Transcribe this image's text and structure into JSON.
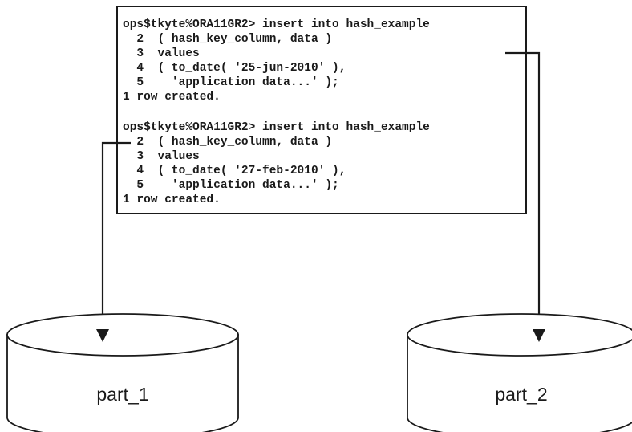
{
  "sql_panel": {
    "lines": [
      "ops$tkyte%ORA11GR2> insert into hash_example",
      "  2  ( hash_key_column, data )",
      "  3  values",
      "  4  ( to_date( '25-jun-2010' ),",
      "  5    'application data...' );",
      "1 row created.",
      "",
      "ops$tkyte%ORA11GR2> insert into hash_example",
      "  2  ( hash_key_column, data )",
      "  3  values",
      "  4  ( to_date( '27-feb-2010' ),",
      "  5    'application data...' );",
      "1 row created."
    ]
  },
  "partitions": {
    "left": {
      "label": "part_1"
    },
    "right": {
      "label": "part_2"
    }
  }
}
